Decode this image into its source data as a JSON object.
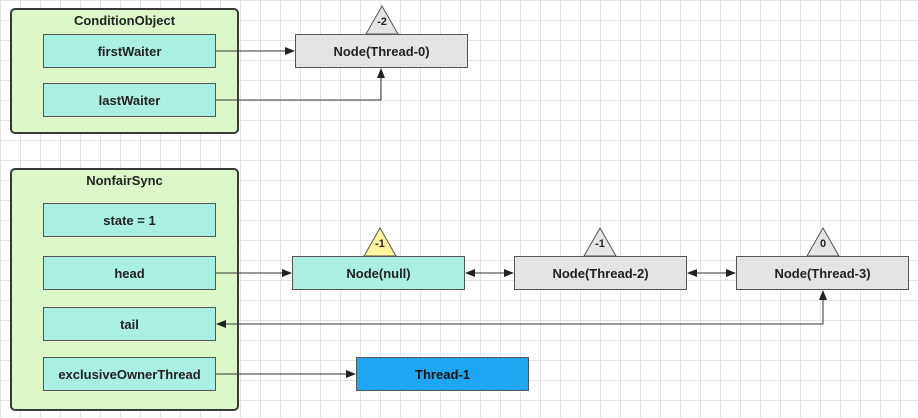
{
  "condition_object": {
    "title": "ConditionObject",
    "first_waiter": "firstWaiter",
    "last_waiter": "lastWaiter",
    "node": {
      "label": "Node(Thread-0)",
      "wait_status": "-2"
    }
  },
  "nonfair_sync": {
    "title": "NonfairSync",
    "state": "state = 1",
    "head": "head",
    "tail": "tail",
    "exclusive_owner_thread": "exclusiveOwnerThread"
  },
  "queue_nodes": [
    {
      "label": "Node(null)",
      "wait_status": "-1"
    },
    {
      "label": "Node(Thread-2)",
      "wait_status": "-1"
    },
    {
      "label": "Node(Thread-3)",
      "wait_status": "0"
    }
  ],
  "owner_thread": {
    "label": "Thread-1"
  },
  "colors": {
    "group_fill": "#ddf8c8",
    "field_fill": "#a9f0e2",
    "node_gray": "#e4e4e4",
    "owner_thread_fill": "#1da7f2",
    "status_highlight": "#fff39c"
  }
}
